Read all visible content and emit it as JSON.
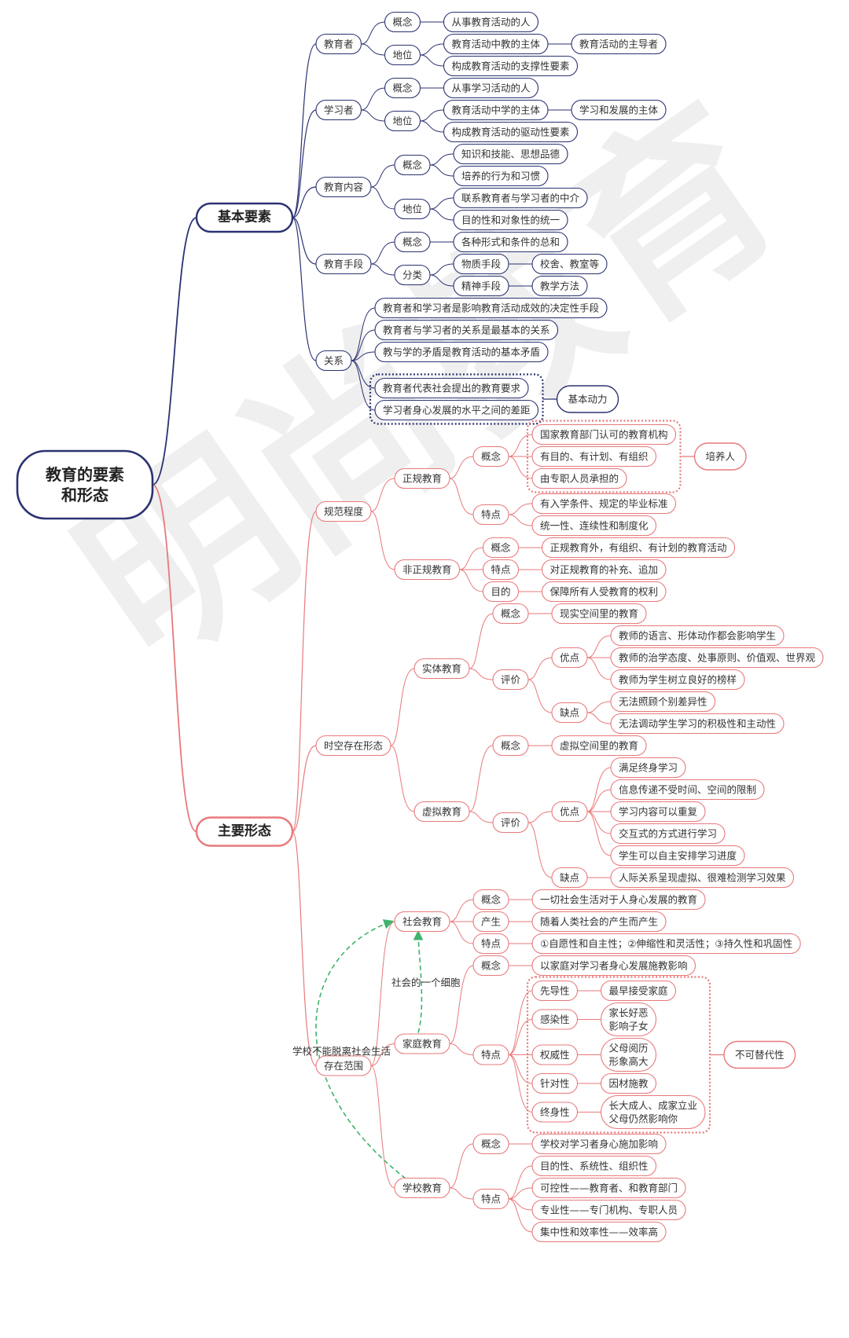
{
  "watermark": "明尚教育",
  "root": "教育的要素\n和形态",
  "branches": [
    {
      "label": "基本要素",
      "theme": "blue",
      "children": [
        {
          "label": "教育者",
          "children": [
            {
              "label": "概念",
              "children": [
                {
                  "label": "从事教育活动的人"
                }
              ]
            },
            {
              "label": "地位",
              "children": [
                {
                  "label": "教育活动中教的主体",
                  "children": [
                    {
                      "label": "教育活动的主导者"
                    }
                  ]
                },
                {
                  "label": "构成教育活动的支撑性要素"
                }
              ]
            }
          ]
        },
        {
          "label": "学习者",
          "children": [
            {
              "label": "概念",
              "children": [
                {
                  "label": "从事学习活动的人"
                }
              ]
            },
            {
              "label": "地位",
              "children": [
                {
                  "label": "教育活动中学的主体",
                  "children": [
                    {
                      "label": "学习和发展的主体"
                    }
                  ]
                },
                {
                  "label": "构成教育活动的驱动性要素"
                }
              ]
            }
          ]
        },
        {
          "label": "教育内容",
          "children": [
            {
              "label": "概念",
              "children": [
                {
                  "label": "知识和技能、思想品德"
                },
                {
                  "label": "培养的行为和习惯"
                }
              ]
            },
            {
              "label": "地位",
              "children": [
                {
                  "label": "联系教育者与学习者的中介"
                },
                {
                  "label": "目的性和对象性的统一"
                }
              ]
            }
          ]
        },
        {
          "label": "教育手段",
          "children": [
            {
              "label": "概念",
              "children": [
                {
                  "label": "各种形式和条件的总和"
                }
              ]
            },
            {
              "label": "分类",
              "children": [
                {
                  "label": "物质手段",
                  "children": [
                    {
                      "label": "校舍、教室等"
                    }
                  ]
                },
                {
                  "label": "精神手段",
                  "children": [
                    {
                      "label": "教学方法"
                    }
                  ]
                }
              ]
            }
          ]
        },
        {
          "label": "关系",
          "children": [
            {
              "label": "教育者和学习者是影响教育活动成效的决定性手段"
            },
            {
              "label": "教育者与学习者的关系是最基本的关系"
            },
            {
              "label": "教与学的矛盾是教育活动的基本矛盾"
            },
            {
              "label": "教育者代表社会提出的教育要求",
              "group": "dl"
            },
            {
              "label": "学习者身心发展的水平之间的差距",
              "group": "dl"
            }
          ]
        }
      ]
    },
    {
      "label": "主要形态",
      "theme": "red",
      "children": [
        {
          "label": "规范程度",
          "children": [
            {
              "label": "正规教育",
              "children": [
                {
                  "label": "概念",
                  "children": [
                    {
                      "label": "国家教育部门认可的教育机构",
                      "group": "py"
                    },
                    {
                      "label": "有目的、有计划、有组织",
                      "group": "py"
                    },
                    {
                      "label": "由专职人员承担的",
                      "group": "py"
                    }
                  ]
                },
                {
                  "label": "特点",
                  "children": [
                    {
                      "label": "有入学条件、规定的毕业标准"
                    },
                    {
                      "label": "统一性、连续性和制度化"
                    }
                  ]
                }
              ]
            },
            {
              "label": "非正规教育",
              "children": [
                {
                  "label": "概念",
                  "children": [
                    {
                      "label": "正规教育外，有组织、有计划的教育活动"
                    }
                  ]
                },
                {
                  "label": "特点",
                  "children": [
                    {
                      "label": "对正规教育的补充、追加"
                    }
                  ]
                },
                {
                  "label": "目的",
                  "children": [
                    {
                      "label": "保障所有人受教育的权利"
                    }
                  ]
                }
              ]
            }
          ]
        },
        {
          "label": "时空存在形态",
          "children": [
            {
              "label": "实体教育",
              "children": [
                {
                  "label": "概念",
                  "children": [
                    {
                      "label": "现实空间里的教育"
                    }
                  ]
                },
                {
                  "label": "评价",
                  "children": [
                    {
                      "label": "优点",
                      "children": [
                        {
                          "label": "教师的语言、形体动作都会影响学生"
                        },
                        {
                          "label": "教师的治学态度、处事原则、价值观、世界观"
                        },
                        {
                          "label": "教师为学生树立良好的榜样"
                        }
                      ]
                    },
                    {
                      "label": "缺点",
                      "children": [
                        {
                          "label": "无法照顾个别差异性"
                        },
                        {
                          "label": "无法调动学生学习的积极性和主动性"
                        }
                      ]
                    }
                  ]
                }
              ]
            },
            {
              "label": "虚拟教育",
              "children": [
                {
                  "label": "概念",
                  "children": [
                    {
                      "label": "虚拟空间里的教育"
                    }
                  ]
                },
                {
                  "label": "评价",
                  "children": [
                    {
                      "label": "优点",
                      "children": [
                        {
                          "label": "满足终身学习"
                        },
                        {
                          "label": "信息传递不受时间、空间的限制"
                        },
                        {
                          "label": "学习内容可以重复"
                        },
                        {
                          "label": "交互式的方式进行学习"
                        },
                        {
                          "label": "学生可以自主安排学习进度"
                        }
                      ]
                    },
                    {
                      "label": "缺点",
                      "children": [
                        {
                          "label": "人际关系呈现虚拟、很难检测学习效果"
                        }
                      ]
                    }
                  ]
                }
              ]
            }
          ]
        },
        {
          "label": "存在范围",
          "children": [
            {
              "label": "社会教育",
              "children": [
                {
                  "label": "概念",
                  "children": [
                    {
                      "label": "一切社会生活对于人身心发展的教育"
                    }
                  ]
                },
                {
                  "label": "产生",
                  "children": [
                    {
                      "label": "随着人类社会的产生而产生"
                    }
                  ]
                },
                {
                  "label": "特点",
                  "children": [
                    {
                      "label": "①自愿性和自主性；②伸缩性和灵活性；③持久性和巩固性"
                    }
                  ]
                }
              ]
            },
            {
              "label": "家庭教育",
              "children": [
                {
                  "label": "概念",
                  "children": [
                    {
                      "label": "以家庭对学习者身心发展施教影响"
                    }
                  ]
                },
                {
                  "label": "特点",
                  "children": [
                    {
                      "label": "先导性",
                      "group": "bk",
                      "children": [
                        {
                          "label": "最早接受家庭"
                        }
                      ]
                    },
                    {
                      "label": "感染性",
                      "group": "bk",
                      "children": [
                        {
                          "label": "家长好恶\n影响子女"
                        }
                      ]
                    },
                    {
                      "label": "权威性",
                      "group": "bk",
                      "children": [
                        {
                          "label": "父母阅历\n形象高大"
                        }
                      ]
                    },
                    {
                      "label": "针对性",
                      "group": "bk",
                      "children": [
                        {
                          "label": "因材施教"
                        }
                      ]
                    },
                    {
                      "label": "终身性",
                      "group": "bk",
                      "children": [
                        {
                          "label": "长大成人、成家立业\n父母仍然影响你"
                        }
                      ]
                    }
                  ]
                }
              ]
            },
            {
              "label": "学校教育",
              "children": [
                {
                  "label": "概念",
                  "children": [
                    {
                      "label": "学校对学习者身心施加影响"
                    }
                  ]
                },
                {
                  "label": "特点",
                  "children": [
                    {
                      "label": "目的性、系统性、组织性"
                    },
                    {
                      "label": "可控性——教育者、和教育部门"
                    },
                    {
                      "label": "专业性——专门机构、专职人员"
                    },
                    {
                      "label": "集中性和效率性——效率高"
                    }
                  ]
                }
              ]
            }
          ]
        }
      ]
    }
  ],
  "summaries": {
    "dl": "基本动力",
    "py": "培养人",
    "bk": "不可替代性"
  },
  "annotations": {
    "school_society": "学校不能脱离社会生活",
    "family_society": "社会的一个细胞"
  },
  "colors": {
    "blue": "#2b3272",
    "red": "#e8797b",
    "red_dark": "#b14a4c",
    "root_border": "#2b3272",
    "green_arrow": "#3fb36b",
    "text": "#333333"
  }
}
